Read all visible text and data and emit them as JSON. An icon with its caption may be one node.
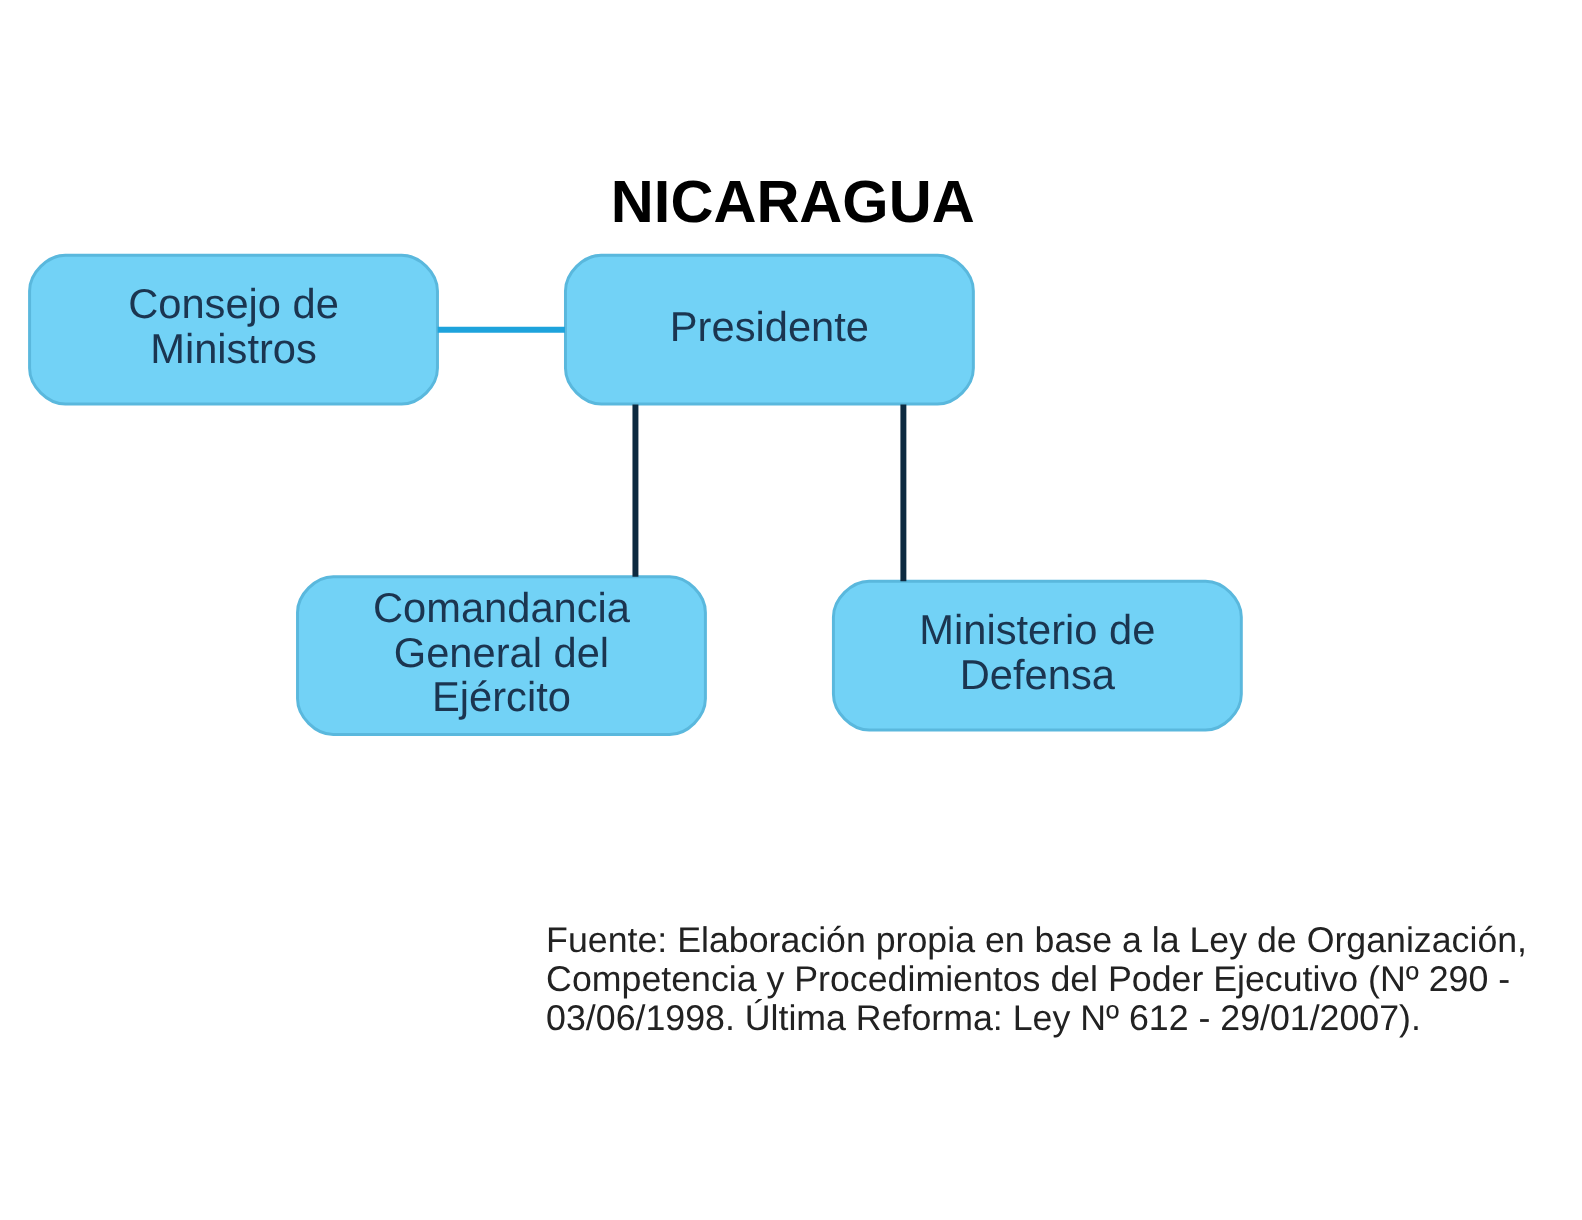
{
  "diagram": {
    "title": "NICARAGUA",
    "caption": "Fuente: Elaboración propia en base a la Ley de Organización, Competencia y Procedimientos del Poder Ejecutivo (Nº 290 - 03/06/1998. Última Reforma: Ley Nº 612 - 29/01/2007).",
    "nodes": [
      {
        "text": [
          "Consejo de Ministros"
        ]
      },
      {
        "text": [
          "Presidente"
        ]
      },
      {
        "text": [
          "Comandancia General del Ejército"
        ]
      },
      {
        "text": [
          "Ministerio de Defensa"
        ]
      }
    ],
    "edges": [
      {
        "from": 0,
        "to": 1,
        "arrow": "none",
        "color": "#1ea3dc"
      },
      {
        "from": 1,
        "to": 2,
        "arrow": "none"
      },
      {
        "from": 1,
        "to": 3,
        "arrow": "none"
      }
    ]
  }
}
